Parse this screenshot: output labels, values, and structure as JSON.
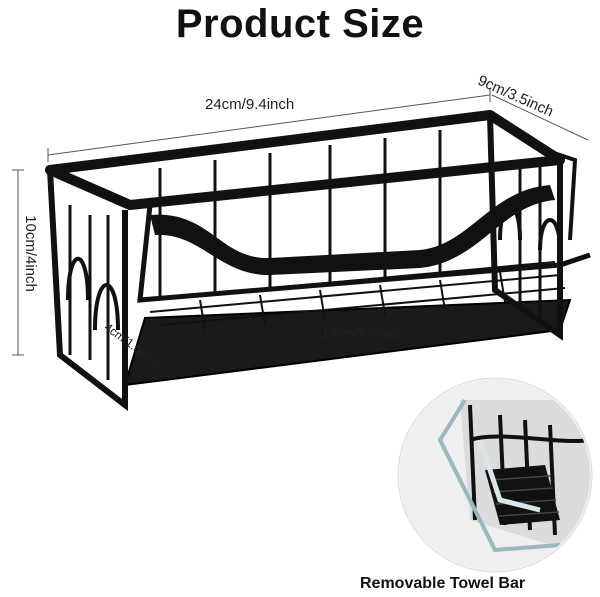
{
  "title": "Product Size",
  "dimensions": {
    "width": "24cm/9.4inch",
    "depth": "9cm/3.5inch",
    "height": "10cm/4inch",
    "inner_width": "19cm/7.5inch",
    "inner_depth": "4cm/1.5inch"
  },
  "caption": "Removable Towel Bar",
  "colors": {
    "metal": "#111111",
    "tray": "#1a1a1a",
    "guide": "#555555"
  }
}
